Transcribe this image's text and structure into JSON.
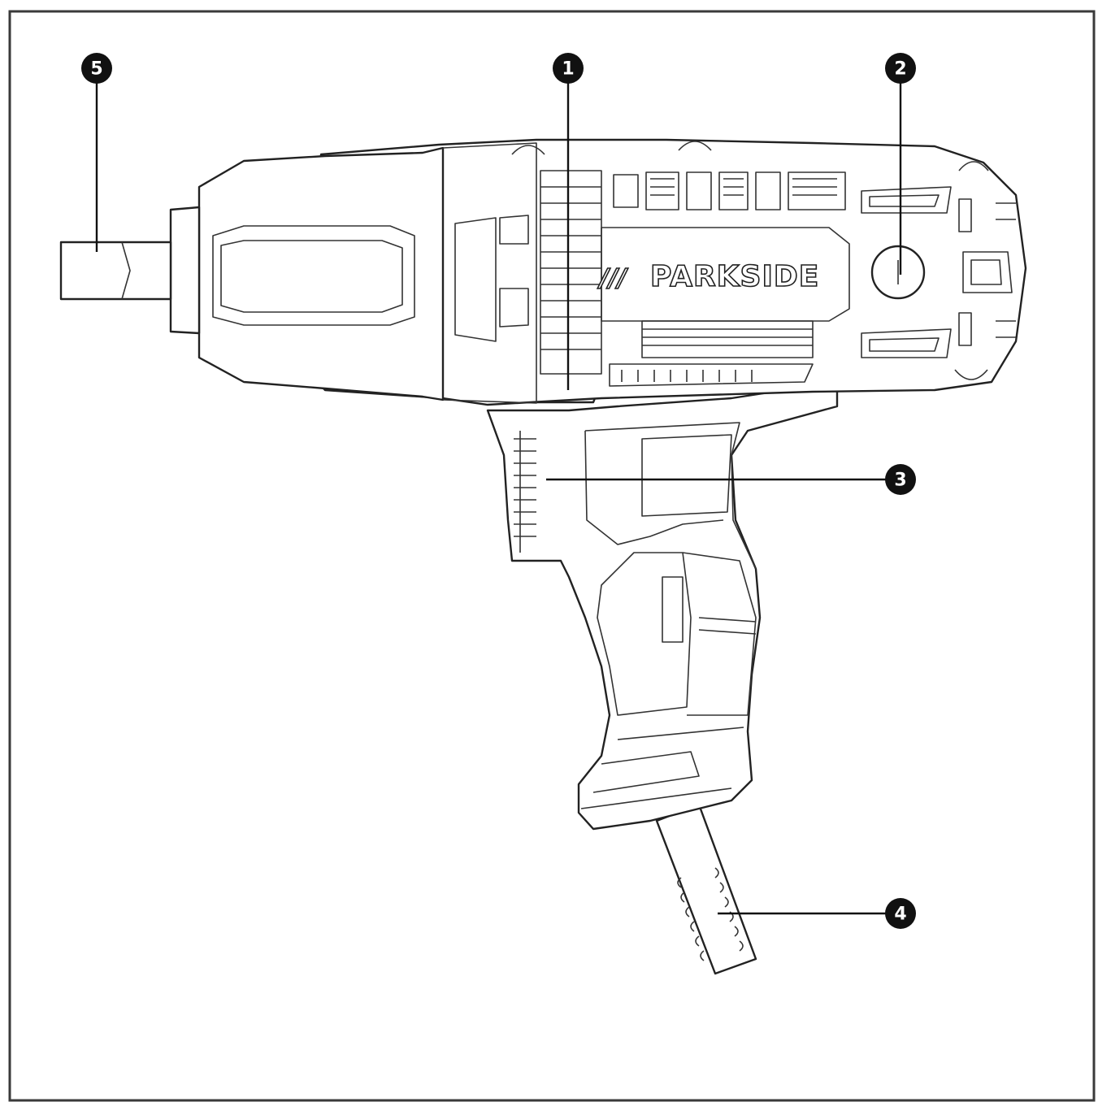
{
  "brand": {
    "slashes": "///",
    "name": "PARKSIDE"
  },
  "callouts": [
    {
      "id": "1",
      "label": "1"
    },
    {
      "id": "2",
      "label": "2"
    },
    {
      "id": "3",
      "label": "3"
    },
    {
      "id": "4",
      "label": "4"
    },
    {
      "id": "5",
      "label": "5"
    }
  ]
}
